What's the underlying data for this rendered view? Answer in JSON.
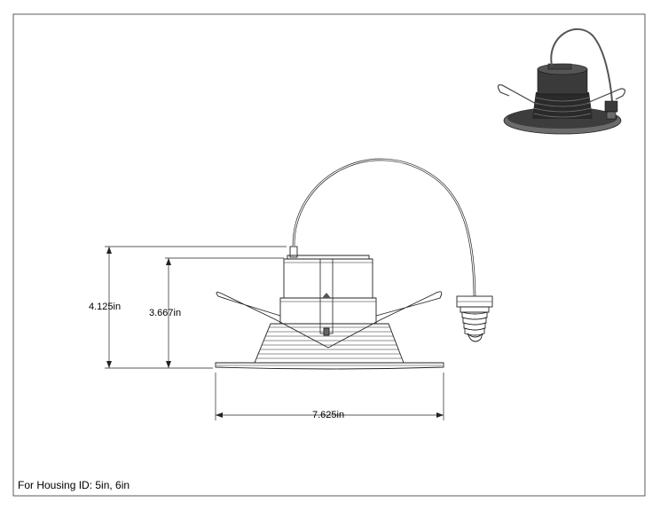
{
  "dimensions": {
    "overall_height": "4.125in",
    "housing_height": "3.667in",
    "trim_diameter": "7.625in"
  },
  "footer": {
    "note": "For Housing ID: 5in, 6in"
  },
  "icons": {
    "product_render": "recessed-light-retrofit-render-icon",
    "drawing": "downlight-technical-drawing"
  }
}
